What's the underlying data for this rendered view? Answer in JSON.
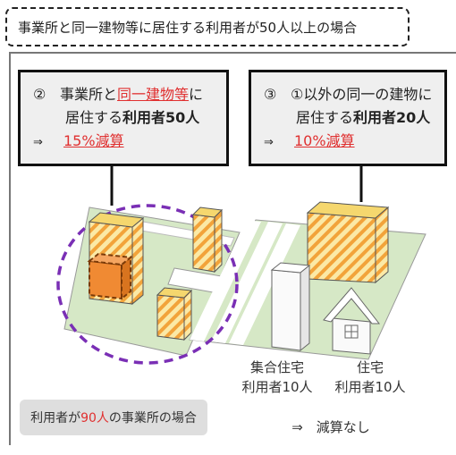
{
  "header": {
    "title": "事業所と同一建物等に居住する利用者が50人以上の場合"
  },
  "callout_left": {
    "num": "②",
    "line1_a": "事業所と",
    "line1_b": "同一建物等",
    "line1_c": "に",
    "line2_a": "居住する",
    "line2_b": "利用者50人",
    "arrow": "⇒",
    "reduction": "15%減算"
  },
  "callout_right": {
    "num": "③",
    "line1": "①以外の同一の建物に",
    "line2_a": "居住する",
    "line2_b": "利用者20人",
    "arrow": "⇒",
    "reduction": "10%減算"
  },
  "pill": {
    "a": "利用者が",
    "b": "90人",
    "c": "の事業所の場合"
  },
  "apartment": {
    "line1": "集合住宅",
    "line2": "利用者10人"
  },
  "house": {
    "line1": "住宅",
    "line2": "利用者10人"
  },
  "result": "⇒　減算なし",
  "colors": {
    "stripe_yellow": "#f5d76e",
    "stripe_orange": "#f2a33a",
    "office_orange": "#f08a33",
    "circle_purple": "#7a2fb5",
    "ground_green": "#d6e8c6",
    "red_text": "#e03030"
  }
}
